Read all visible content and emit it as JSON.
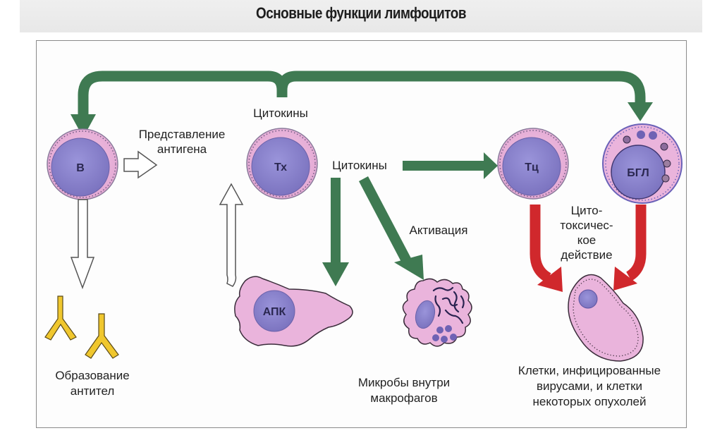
{
  "title": "Основные функции лимфоцитов",
  "colors": {
    "signal_arrow": "#3f7a52",
    "cytotoxic_arrow": "#d0282c",
    "cell_body": "#eab4dc",
    "nucleus": "#8c84cc",
    "antibody": "#f0c72e",
    "frame_border": "#8a8a8a",
    "title_band": "#ececec"
  },
  "cells": {
    "b_cell": "В",
    "t_helper": "Тх",
    "t_cytotoxic": "Тц",
    "large_granular_lymphocyte": "БГЛ",
    "antigen_presenting_cell": "АПК"
  },
  "labels": {
    "cytokines_top": "Цитокины",
    "cytokines_center": "Цитокины",
    "antigen_presentation": [
      "Представление",
      "антигена"
    ],
    "activation": "Активация",
    "cytotoxic_action": [
      "Цито-",
      "токсичес-",
      "кое",
      "действие"
    ]
  },
  "outcomes": {
    "antibody_production": [
      "Образование",
      "антител"
    ],
    "microbes_in_macrophages": [
      "Микробы внутри",
      "макрофагов"
    ],
    "infected_cells": [
      "Клетки, инфицированные",
      "вирусами, и клетки",
      "некоторых опухолей"
    ]
  }
}
